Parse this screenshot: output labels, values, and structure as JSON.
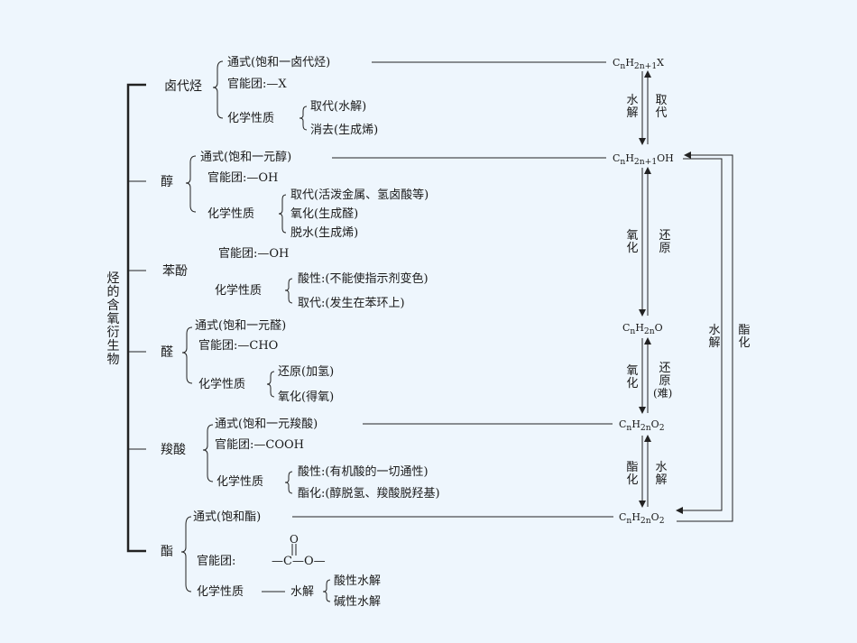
{
  "root": "烃的含氧衍生物",
  "sections": [
    {
      "name": "卤代烃",
      "general": "通式(饱和一卤代烃)",
      "group": "官能团:—X",
      "props_label": "化学性质",
      "props": [
        "取代(水解)",
        "消去(生成烯)"
      ]
    },
    {
      "name": "醇",
      "general": "通式(饱和一元醇)",
      "group": "官能团:—OH",
      "props_label": "化学性质",
      "props": [
        "取代(活泼金属、氢卤酸等)",
        "氧化(生成醛)",
        "脱水(生成烯)"
      ]
    },
    {
      "name": "苯酚",
      "group": "官能团:—OH",
      "props_label": "化学性质",
      "props": [
        "酸性:(不能使指示剂变色)",
        "取代:(发生在苯环上)"
      ]
    },
    {
      "name": "醛",
      "general": "通式(饱和一元醛)",
      "group": "官能团:—CHO",
      "props_label": "化学性质",
      "props": [
        "还原(加氢)",
        "氧化(得氧)"
      ]
    },
    {
      "name": "羧酸",
      "general": "通式(饱和一元羧酸)",
      "group": "官能团:—COOH",
      "props_label": "化学性质",
      "props": [
        "酸性:(有机酸的一切通性)",
        "酯化:(醇脱氢、羧酸脱羟基)"
      ]
    },
    {
      "name": "酯",
      "general": "通式(饱和酯)",
      "group_label": "官能团:",
      "group_o": "O",
      "group_formula": "—C—O—",
      "props_label": "化学性质",
      "hydrolysis": "水解",
      "props": [
        "酸性水解",
        "碱性水解"
      ]
    }
  ],
  "formulas": {
    "haloalkane": [
      "C",
      "n",
      "H",
      "2n+1",
      "X"
    ],
    "alcohol": [
      "C",
      "n",
      "H",
      "2n+1",
      "OH"
    ],
    "aldehyde": [
      "C",
      "n",
      "H",
      "2n",
      "O"
    ],
    "acid": [
      "C",
      "n",
      "H",
      "2n",
      "O",
      "2"
    ],
    "ester": [
      "C",
      "n",
      "H",
      "2n",
      "O",
      "2"
    ]
  },
  "arrows": {
    "a1_down": "水解",
    "a1_up": "取代",
    "a2_down": "氧化",
    "a2_up": "还原",
    "a3_down": "氧化",
    "a3_up": "还原",
    "a3_note": "(难)",
    "a4_down": "酯化",
    "a4_up": "水解",
    "outer_left": "水解",
    "outer_right": "酯化"
  }
}
